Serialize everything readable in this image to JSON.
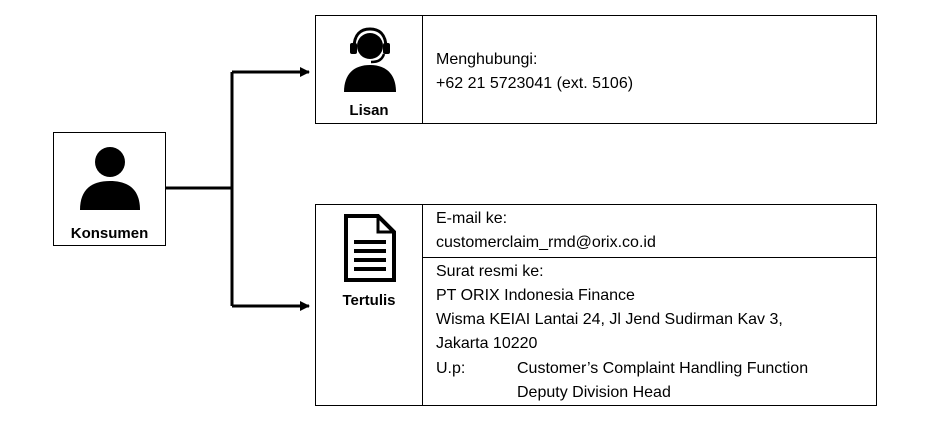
{
  "konsumen": {
    "label": "Konsumen",
    "icon": "person-icon"
  },
  "lisan": {
    "label": "Lisan",
    "icon": "headset-person-icon",
    "lines": [
      "Menghubungi:",
      "+62 21 5723041 (ext. 5106)"
    ]
  },
  "tertulis": {
    "label": "Tertulis",
    "icon": "document-icon",
    "email_lines": [
      "E-mail ke:",
      "customerclaim_rmd@orix.co.id"
    ],
    "surat_lines": [
      "Surat resmi ke:",
      "PT ORIX Indonesia Finance",
      "Wisma KEIAI Lantai 24, Jl Jend Sudirman Kav 3,",
      "Jakarta 10220"
    ],
    "attn_prefix": "U.p:",
    "attn_lines": [
      "Customer’s Complaint Handling Function",
      "Deputy Division Head"
    ]
  }
}
